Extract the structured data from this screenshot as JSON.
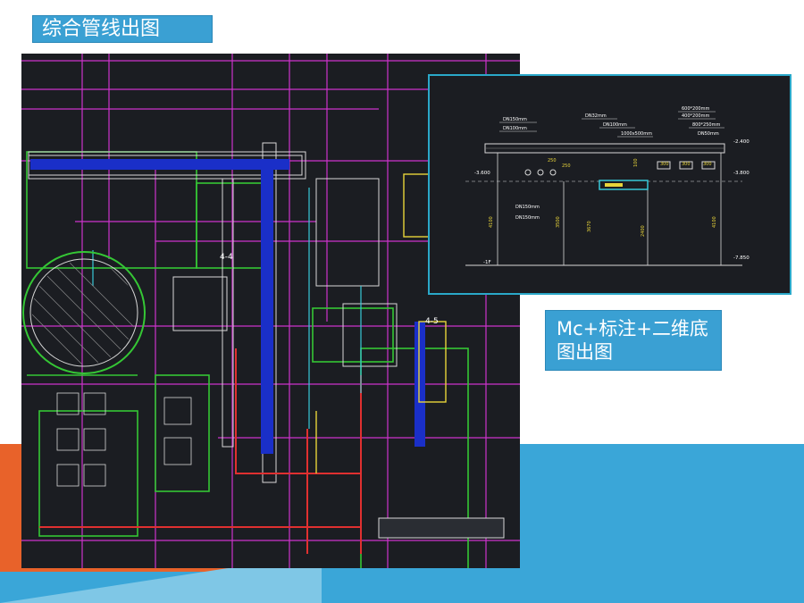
{
  "slide": {
    "title": "综合管线出图",
    "caption": "Mc+标注+二维底图出图"
  },
  "colors": {
    "accent_blue": "#3aa0d3",
    "orange": "#e8622a",
    "cad_background": "#1b1d22",
    "inset_border": "#2aa8c9"
  },
  "section_plan": {
    "axis_labels": [
      "4-4",
      "4-5"
    ]
  },
  "section_detail": {
    "level_labels": [
      "-2.400",
      "-3.600",
      "-3.800",
      "-1F",
      "-7.850"
    ],
    "dimension_labels": [
      "4100",
      "3500",
      "2400",
      "3670",
      "4100",
      "100",
      "250",
      "250",
      "300",
      "300",
      "300"
    ],
    "annotations": [
      "DN150mm",
      "DN100mm",
      "DN150mm",
      "DN100mm",
      "DN150mm",
      "600*200mm",
      "400*200mm",
      "800*250mm",
      "DN50mm",
      "1000x500mm",
      "DN32mm"
    ]
  }
}
